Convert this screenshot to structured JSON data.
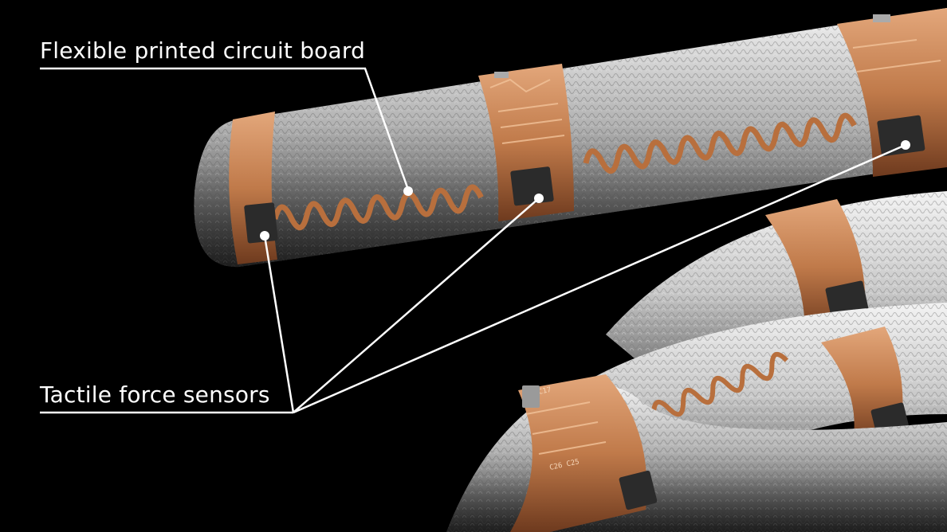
{
  "labels": {
    "flexible_pcb": "Flexible printed circuit board",
    "tactile_sensors": "Tactile force sensors"
  },
  "chip_markings": {
    "chip_a": "C17",
    "chip_b": "C26 C25"
  },
  "colors": {
    "background": "#000000",
    "copper": "#c07a4a",
    "copper_dark": "#8a4a26",
    "mesh": "#bdbdbd",
    "sensor": "#2a2a2a",
    "callout": "#ffffff"
  }
}
